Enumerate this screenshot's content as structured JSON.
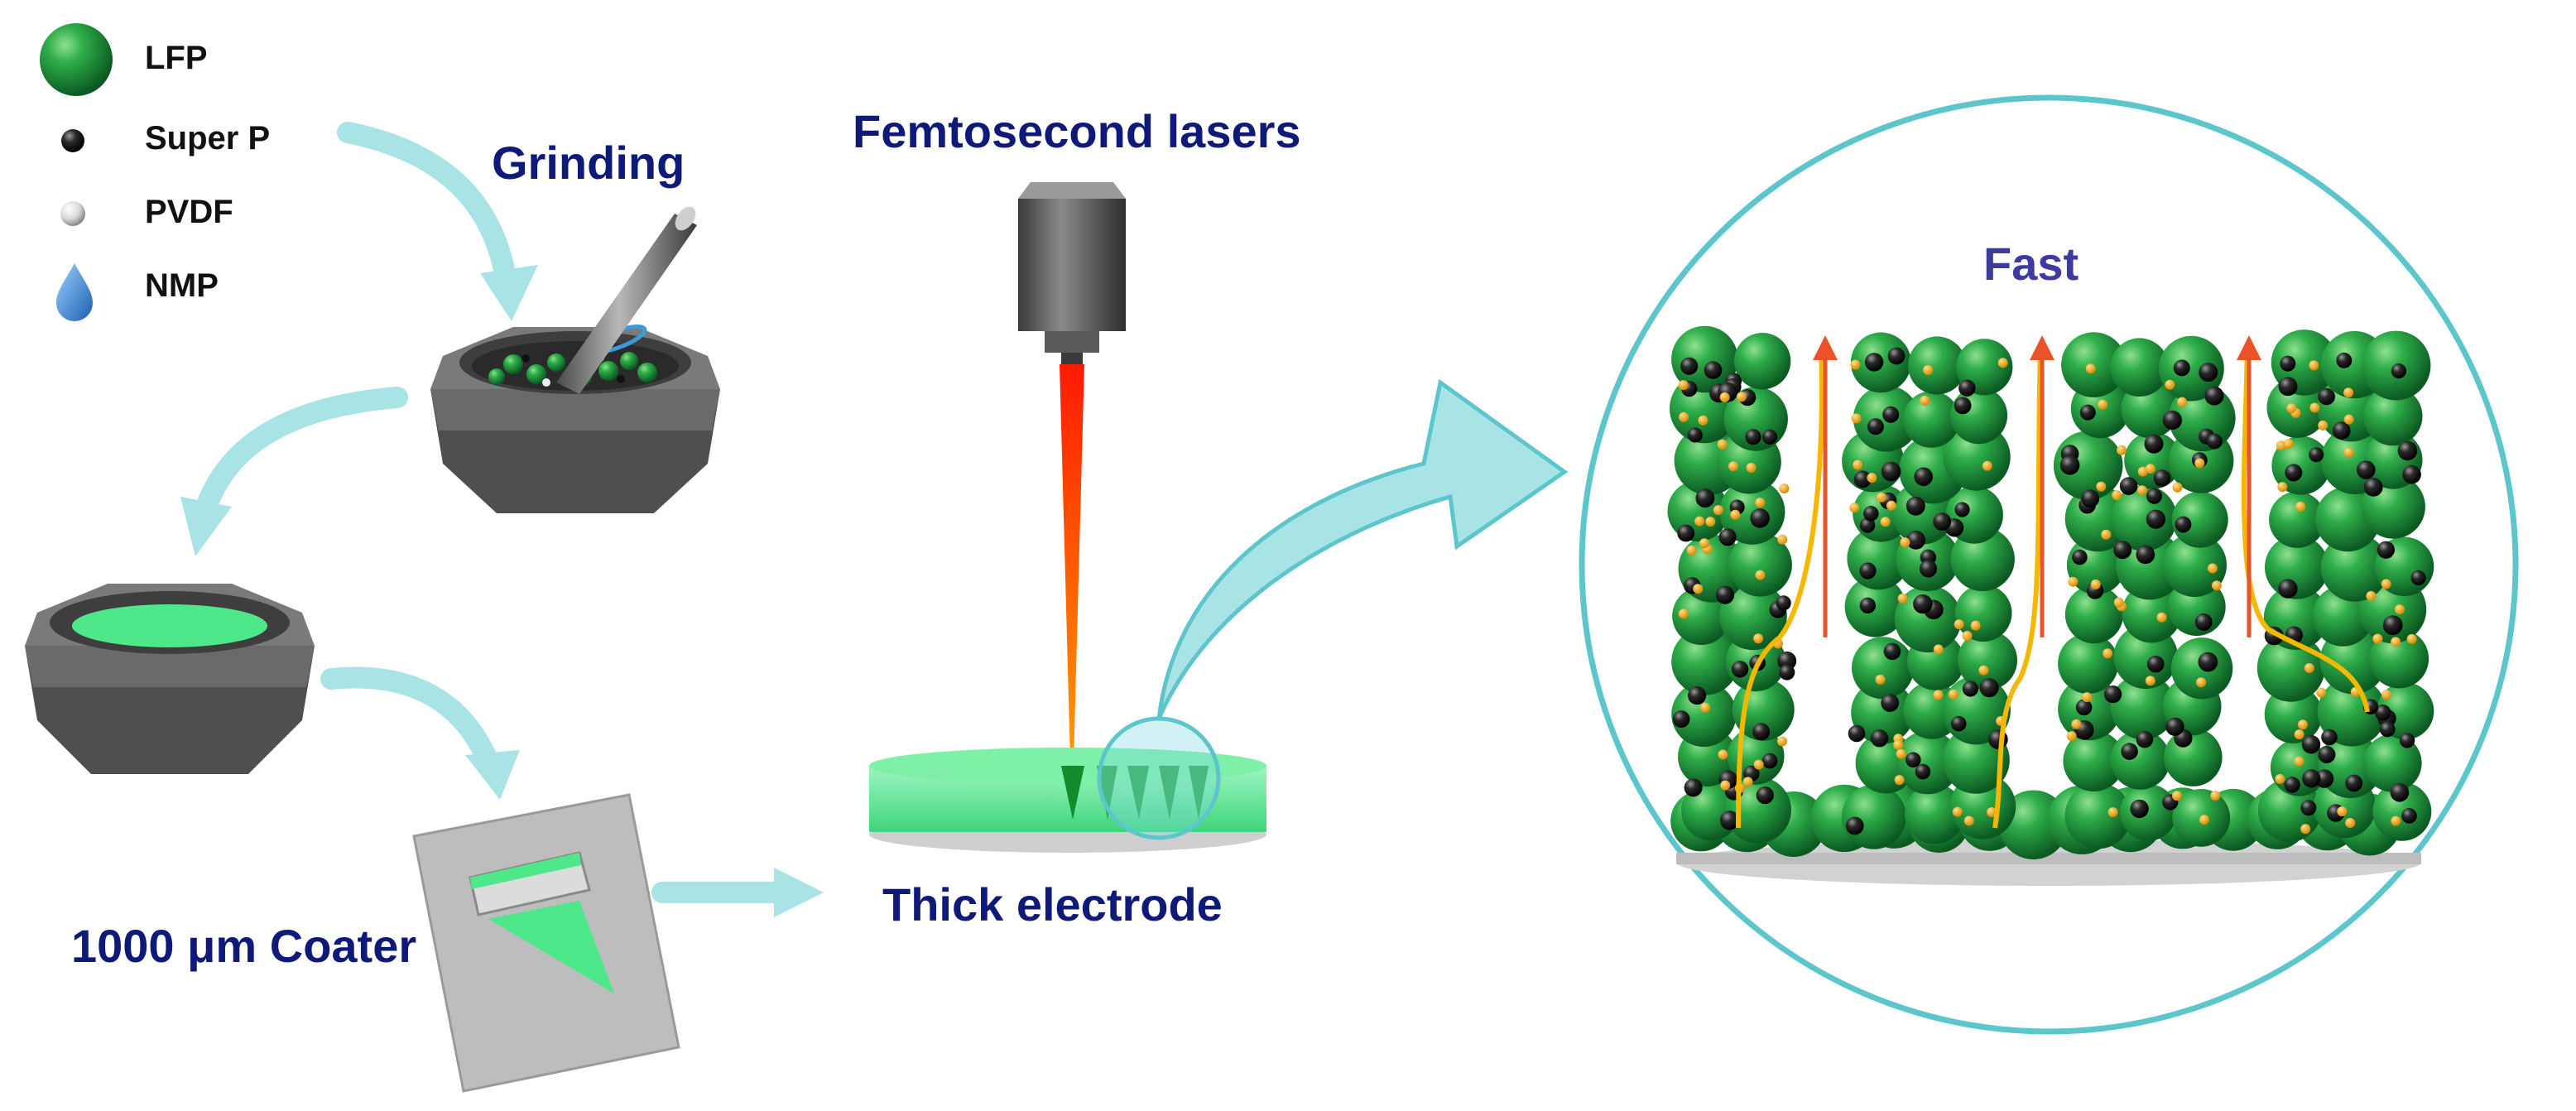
{
  "legend": {
    "items": [
      {
        "label": "LFP",
        "icon": "green-sphere-icon"
      },
      {
        "label": "Super P",
        "icon": "black-dot-icon"
      },
      {
        "label": "PVDF",
        "icon": "white-sphere-icon"
      },
      {
        "label": "NMP",
        "icon": "blue-droplet-icon"
      }
    ]
  },
  "steps": {
    "grinding": "Grinding",
    "lasers": "Femtosecond lasers",
    "electrode": "Thick electrode",
    "coater": "1000 μm Coater"
  },
  "zoom": {
    "fast": "Fast"
  },
  "colors": {
    "label_blue": "#0f1a78",
    "fast_purple": "#3f3a9e",
    "arrow_teal": "#a8e3e6",
    "zoom_ring": "#5cc6cc",
    "lfp_green": "#1f8f3a",
    "slurry_green": "#4ee88a",
    "mortar_gray": "#5a5a5a",
    "laser_red": "#ff2a00",
    "li_orange": "#f5a623",
    "path_orange": "#f5b800",
    "vent_arrow": "#e8532a"
  }
}
